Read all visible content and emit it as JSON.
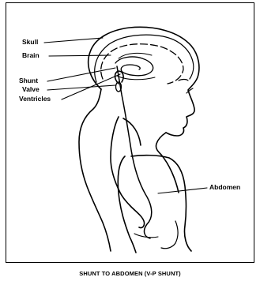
{
  "labels": {
    "skull": "Skull",
    "brain": "Brain",
    "shunt": "Shunt",
    "valve": "Valve",
    "ventricles": "Ventricles",
    "abdomen": "Abdomen"
  },
  "caption": "SHUNT TO ABDOMEN  (V-P SHUNT)"
}
